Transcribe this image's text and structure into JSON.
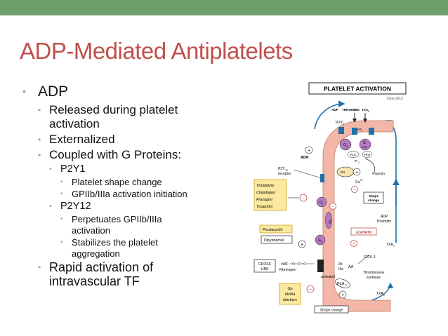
{
  "slide": {
    "title": "ADP-Mediated Antiplatelets",
    "bullets": {
      "adp": "ADP",
      "released_l1": "Released during platelet",
      "released_l2": "activation",
      "externalized": "Externalized",
      "coupled": "Coupled with G Proteins:",
      "p2y1": "P2Y1",
      "shape_change": "Platelet shape change",
      "gp_init": "GPIIb/IIIa activation initiation",
      "p2y12": "P2Y12",
      "perpetuates_l1": "Perpetuates GPIIb/IIIa",
      "perpetuates_l2": "activation",
      "stabilizes_l1": "Stabilizes the platelet",
      "stabilizes_l2": "aggregation",
      "rapid_l1": "Rapid activation of",
      "rapid_l2": "intravascular TF"
    }
  },
  "figure": {
    "header": "PLATELET ACTIVATION",
    "credit": "Opie 2012",
    "agonists": {
      "adp": "ADP",
      "thrombin": "THROMBIN",
      "txa2": "TXA",
      "txa2_sub": "2"
    },
    "p2y1": "P2Y",
    "p2y1_sub": "1",
    "par1": "PAR",
    "par1_sub": "1",
    "gq": "G",
    "gq_sub": "q",
    "g1213": "G",
    "g1213_sub": "12/13",
    "plc": "PLC",
    "rho": "Rho",
    "ip3": "IP",
    "ip3_sub": "3",
    "er": "ER",
    "ca": "Ca",
    "ca_sup": "2+",
    "myosin": "myosin",
    "shape_change_box": [
      "Shape",
      "change"
    ],
    "adp_label": "ADP",
    "p2y12_receptor": [
      "P2Y",
      "receptor"
    ],
    "p2y12_sub": "12",
    "thieno_drugs": [
      "Ticlodipine",
      "Clopidogrel",
      "Prasugrel",
      "Ticagrelor"
    ],
    "gi": "G",
    "gi_sub": "i",
    "ac": "AC",
    "gs": "G",
    "gs_sub": "s",
    "adp_thrombin": [
      "ADP",
      "Thrombin"
    ],
    "aspirin": "ASPIRIN",
    "prostacyclin": "Prostacyclin",
    "dipyridamol": "Dipyridamol",
    "txa2_right": "TXA",
    "txa2_right_sub": "2",
    "cox1": "COX-1",
    "aa": "AA",
    "thromboxane": [
      "Thromboxane",
      "synthase"
    ],
    "cross_link": [
      "CROSS",
      "LINK"
    ],
    "vwf": "vWF",
    "fibrinogen": "Fibrinogen",
    "iib_iiia": [
      "IIb",
      "IIIa"
    ],
    "activated": "activated",
    "pla2": "PLA",
    "pla2_sub": "2",
    "txa2_bottom": "TXA",
    "txa2_bottom_sub": "2",
    "gp_blockers": [
      "Gp",
      "IIb/IIIa",
      "blockers"
    ],
    "shape_change_bottom": "Shape change"
  }
}
